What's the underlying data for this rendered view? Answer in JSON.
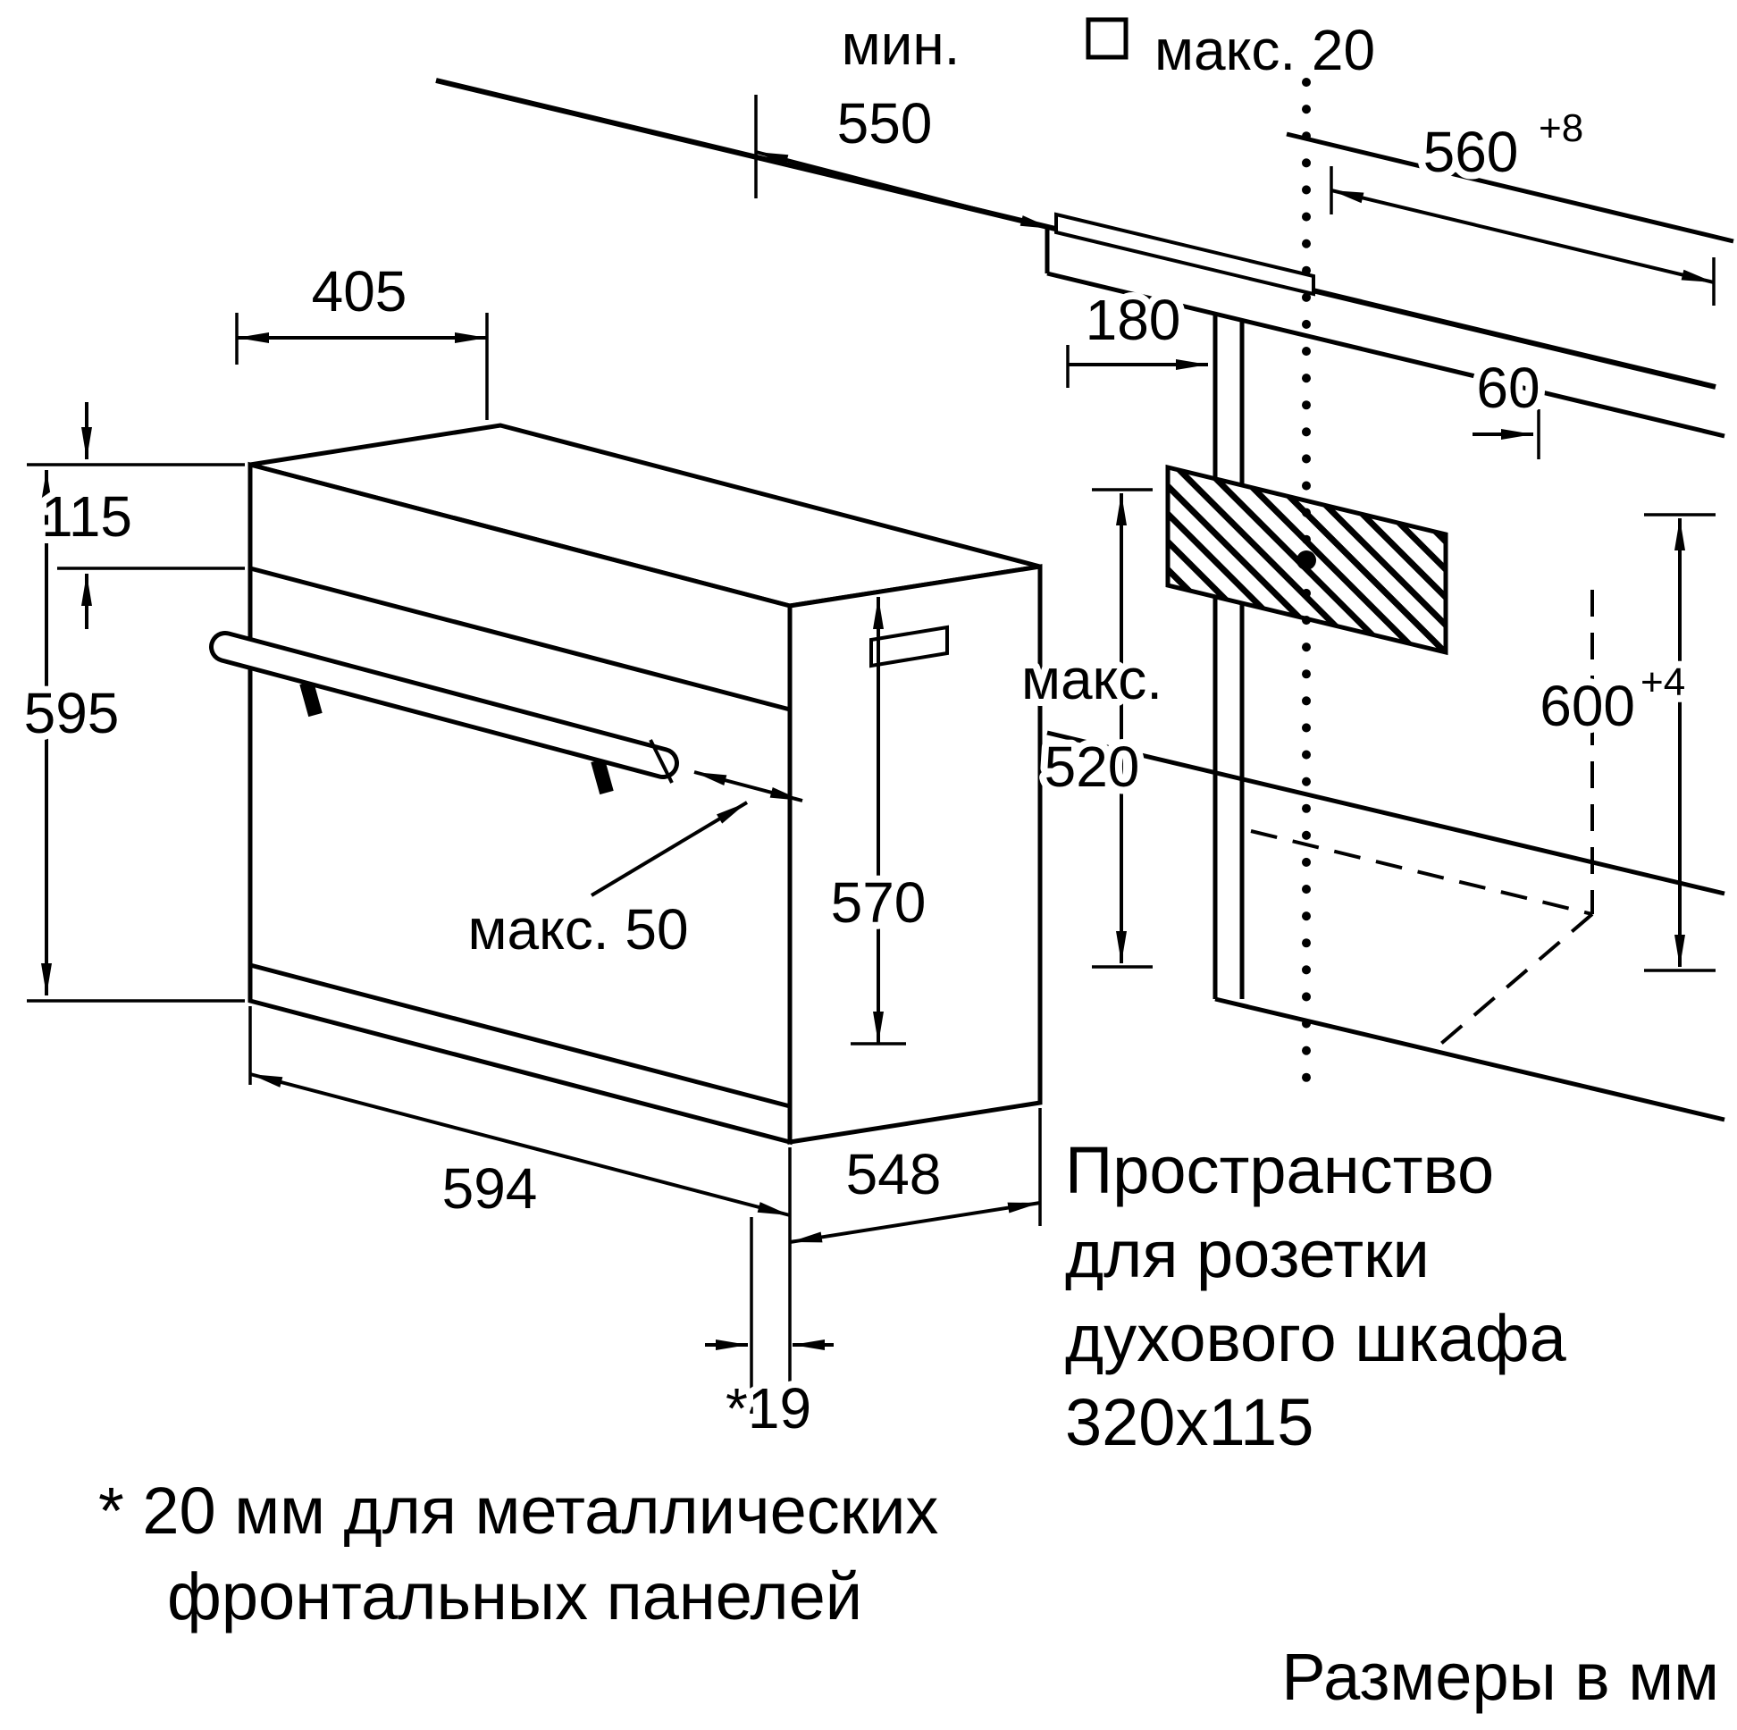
{
  "diagram": {
    "dims": {
      "min550": {
        "prefix": "мин.",
        "value": "550"
      },
      "max20": "макс. 20",
      "d560": {
        "value": "560",
        "sup": "+8"
      },
      "d405": "405",
      "d180": "180",
      "d60": "60",
      "d115": "115",
      "d595": "595",
      "max520": {
        "prefix": "макс.",
        "value": "520"
      },
      "d600": {
        "value": "600",
        "sup": "+4"
      },
      "max50": "макс. 50",
      "d570": "570",
      "d594": "594",
      "d548": "548",
      "d19": "*19"
    },
    "socket_note": {
      "lines": [
        "Пространство",
        "для розетки",
        "духового шкафа",
        "320x115"
      ]
    },
    "footnote": {
      "lines": [
        "* 20 мм для металлических",
        "фронтальных панелей"
      ]
    },
    "units_note": "Размеры в мм",
    "colors": {
      "line": "#000000",
      "background": "#ffffff"
    }
  }
}
